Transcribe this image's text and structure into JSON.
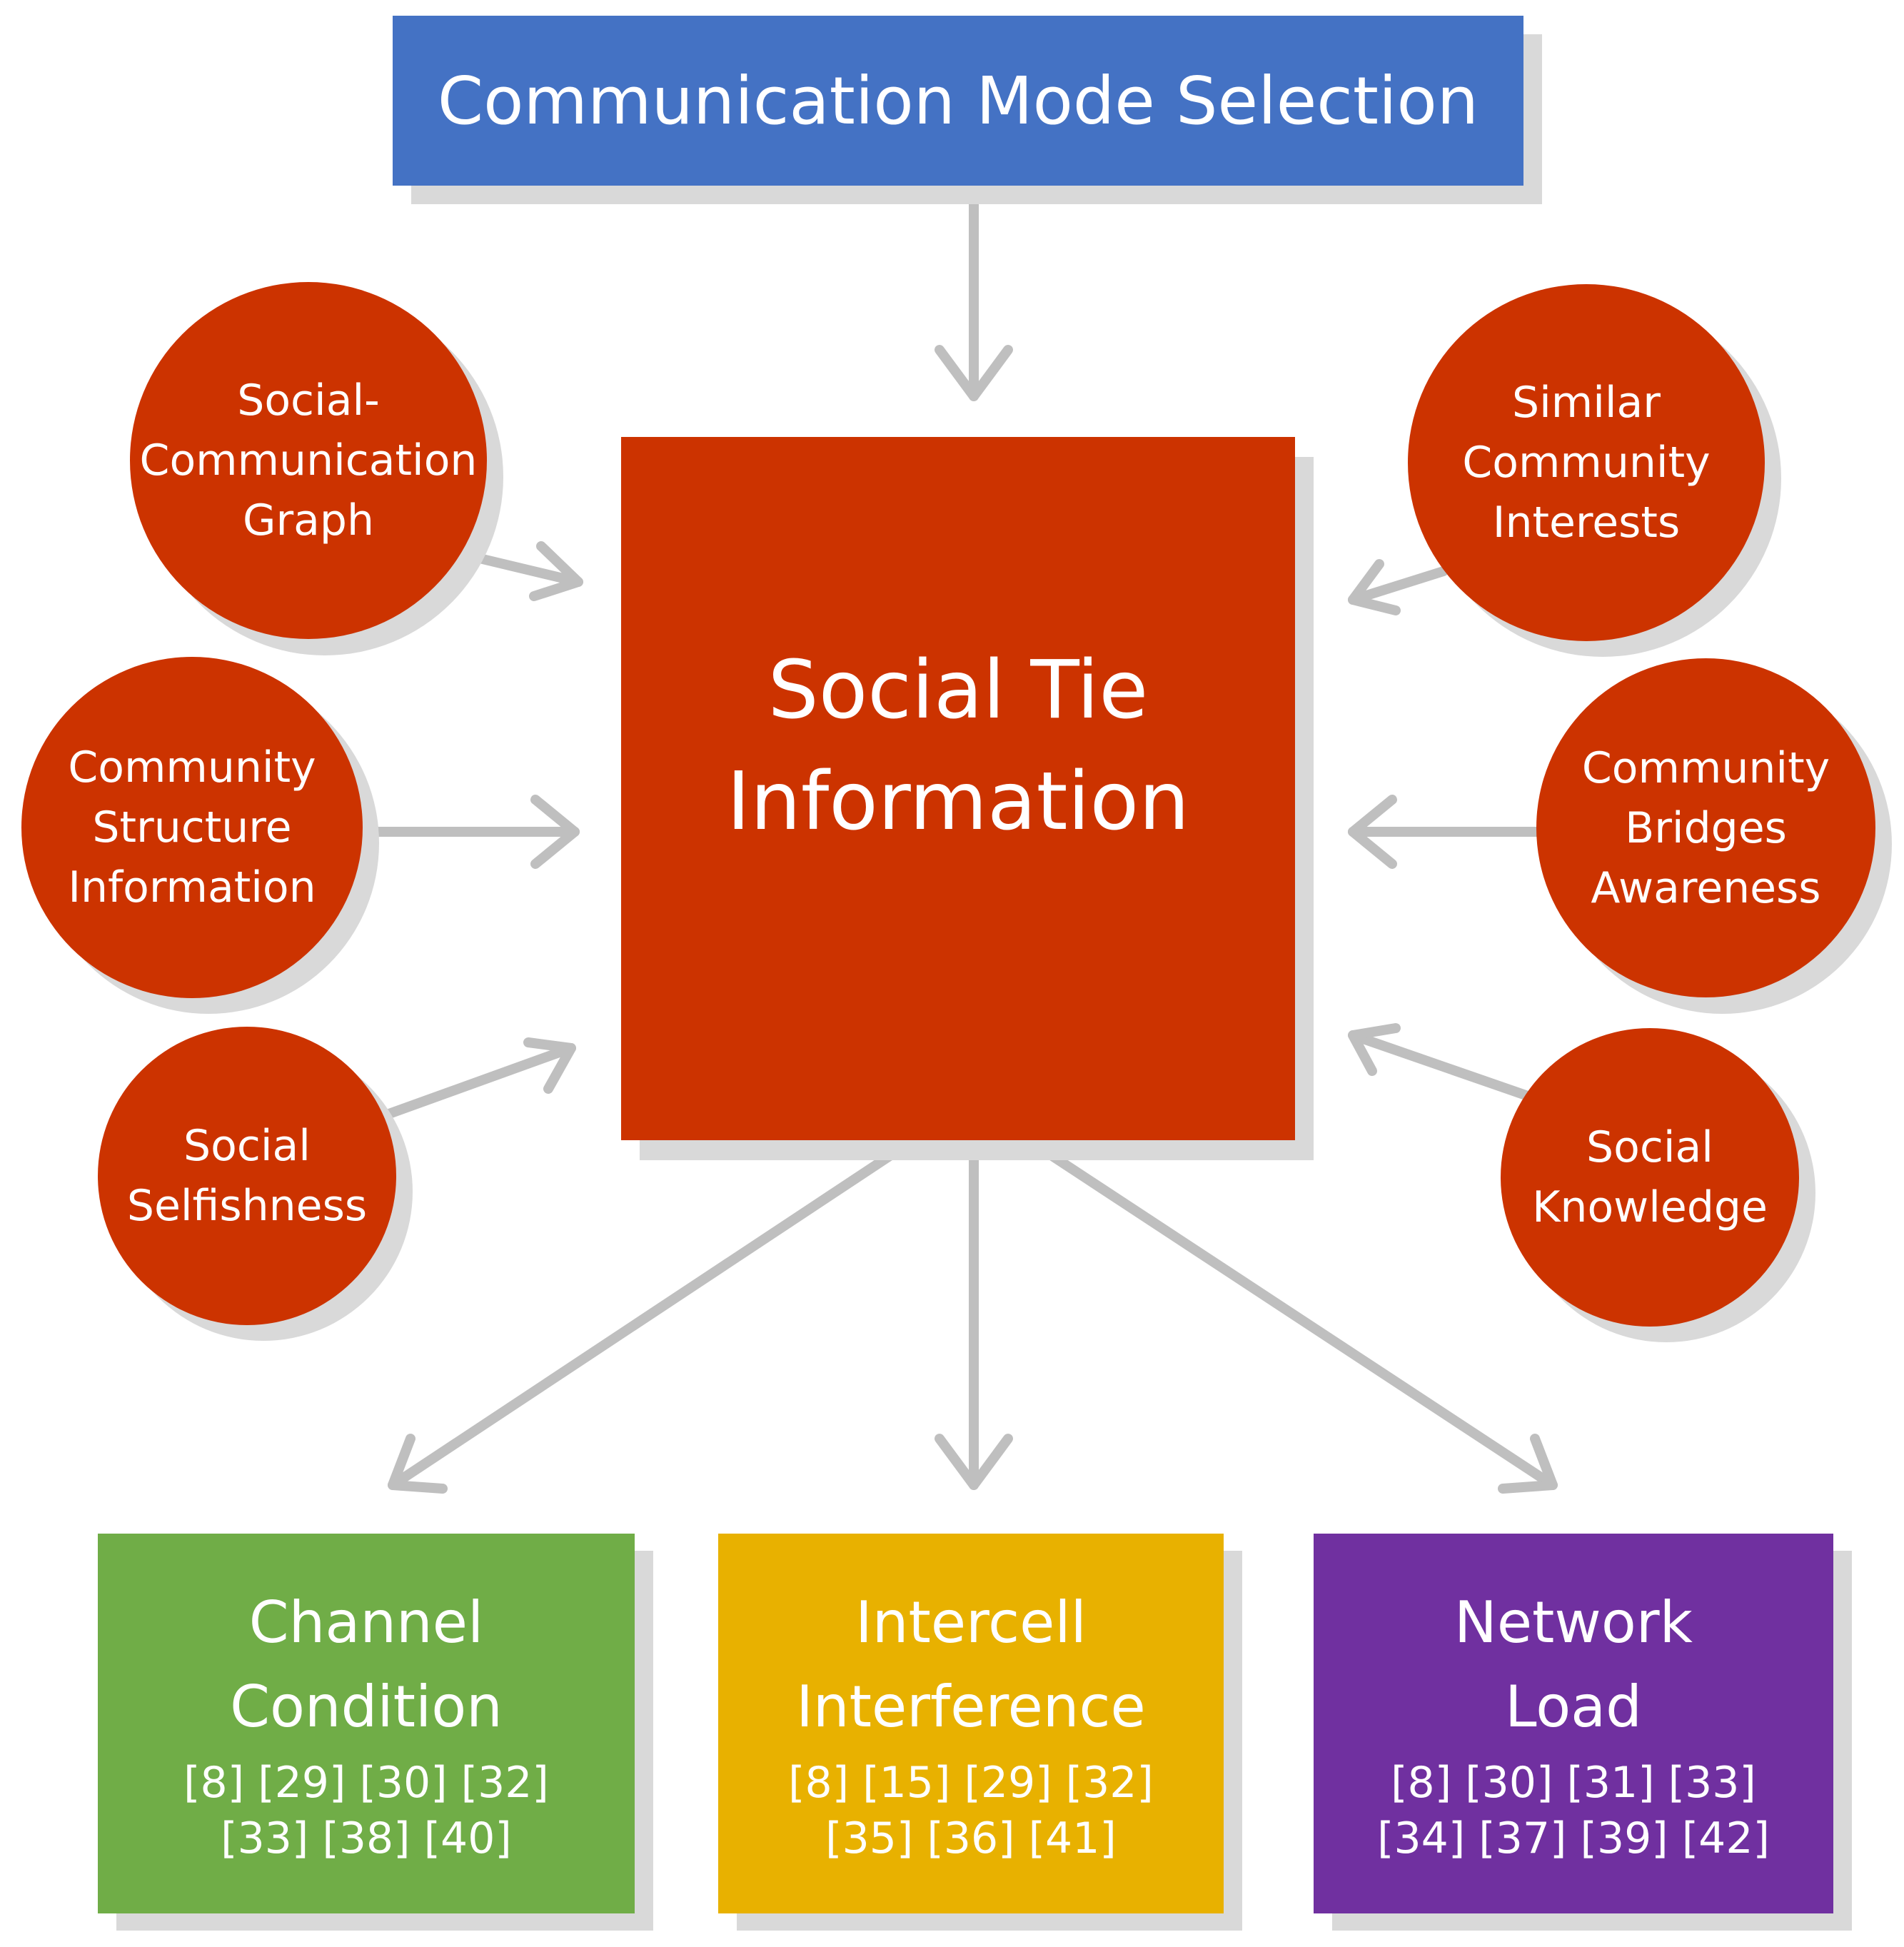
{
  "header": {
    "title": "Communication Mode Selection",
    "color": "#4472c4"
  },
  "center": {
    "label": "Social Tie\nInformation",
    "color": "#cc3300"
  },
  "inputs": {
    "social_communication_graph": "Social-\nCommunication\nGraph",
    "community_structure_information": "Community\nStructure\nInformation",
    "social_selfishness": "Social\nSelfishness",
    "similar_community_interests": "Similar\nCommunity\nInterests",
    "community_bridges_awareness": "Community\nBridges\nAwareness",
    "social_knowledge": "Social\nKnowledge"
  },
  "outputs": {
    "channel_condition": {
      "label": "Channel\nCondition",
      "refs": "[8] [29] [30] [32]\n[33] [38] [40]",
      "color": "#70ad47"
    },
    "intercell_interference": {
      "label": "Intercell\nInterference",
      "refs": "[8] [15] [29] [32]\n[35] [36] [41]",
      "color": "#e8b100"
    },
    "network_load": {
      "label": "Network\nLoad",
      "refs": "[8] [30] [31] [33]\n[34] [37] [39] [42]",
      "color": "#7030a0"
    }
  },
  "colors": {
    "arrow": "#bfbfbf",
    "shadow": "#d9d9d9",
    "text": "#ffffff"
  }
}
